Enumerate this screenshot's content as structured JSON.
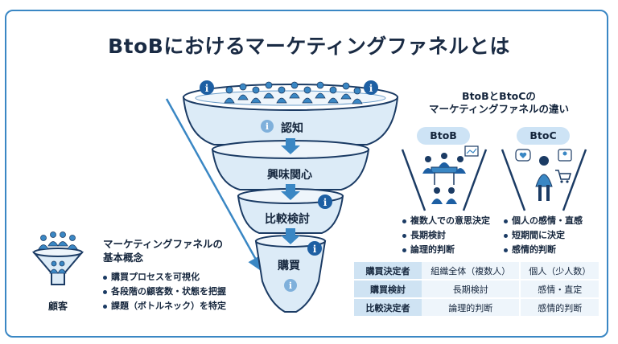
{
  "title": "BtoBにおけるマーケティングファネルとは",
  "funnel": {
    "stages": [
      "認知",
      "興味関心",
      "比較検討",
      "購買"
    ]
  },
  "comparison": {
    "title_line1": "BtoBとBtoCの",
    "title_line2": "マーケティングファネルの違い",
    "btob": {
      "label": "BtoB",
      "points": [
        "複数人での意思決定",
        "長期検討",
        "論理的判断"
      ]
    },
    "btoc": {
      "label": "BtoC",
      "points": [
        "個人の感情・直感",
        "短期間に決定",
        "感情的判断"
      ]
    },
    "table": [
      {
        "header": "購買決定者",
        "btob": "組織全体（複数人）",
        "btoc": "個人（少人数）"
      },
      {
        "header": "購買検討",
        "btob": "長期検討",
        "btoc": "感情・直定"
      },
      {
        "header": "比較決定者",
        "btob": "論理的判断",
        "btoc": "感情的判断"
      }
    ]
  },
  "concept": {
    "title_line1": "マーケティングファネルの",
    "title_line2": "基本概念",
    "points": [
      "購買プロセスを可視化",
      "各段階の顧客数・状態を把握",
      "課題（ボトルネック）を特定"
    ],
    "customer_label": "顧客"
  },
  "colors": {
    "accent": "#3a87c4",
    "dark": "#1b3b64",
    "light_fill": "#dcebf7"
  }
}
